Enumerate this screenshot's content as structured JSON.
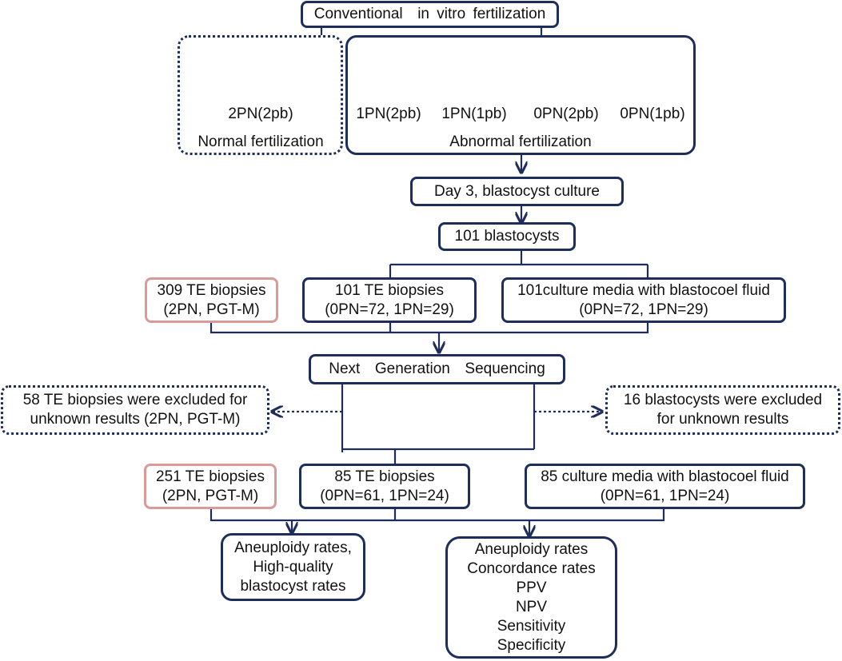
{
  "top": "Conventional  in vitro fertilization",
  "normal": {
    "label": "2PN(2pb)",
    "caption": "Normal fertilization"
  },
  "abnormal": {
    "labels": [
      "1PN(2pb)",
      "1PN(1pb)",
      "0PN(2pb)",
      "0PN(1pb)"
    ],
    "caption": "Abnormal fertilization"
  },
  "day3": "Day 3, blastocyst culture",
  "blastocysts": "101 blastocysts",
  "biopsies309": {
    "l1": "309 TE biopsies",
    "l2": "(2PN, PGT-M)"
  },
  "biopsies101": {
    "l1": "101 TE biopsies",
    "l2": "(0PN=72, 1PN=29)"
  },
  "media101": {
    "l1": "101culture media with blastocoel fluid",
    "l2": "(0PN=72, 1PN=29)"
  },
  "ngs": "Next  Generation  Sequencing",
  "excluded58": {
    "l1": "58 TE biopsies were excluded for",
    "l2": "unknown results (2PN, PGT-M)"
  },
  "excluded16": {
    "l1": "16 blastocysts were excluded",
    "l2": "for unknown results"
  },
  "biopsies251": {
    "l1": "251 TE biopsies",
    "l2": "(2PN, PGT-M)"
  },
  "biopsies85": {
    "l1": "85 TE biopsies",
    "l2": "(0PN=61, 1PN=24)"
  },
  "media85": {
    "l1": "85 culture media with blastocoel fluid",
    "l2": "(0PN=61, 1PN=24)"
  },
  "outcomeLeft": [
    "Aneuploidy rates,",
    "High-quality",
    "blastocyst rates"
  ],
  "outcomeRight": [
    "Aneuploidy rates",
    "Concordance rates",
    "PPV",
    "NPV",
    "Sensitivity",
    "Specificity"
  ],
  "colors": {
    "navy": "#1f2d5a",
    "pink": "#d99a9a",
    "cell_fill": "#f9d7b5",
    "zona": "#9a9a9a",
    "pronucleus": "#c98a4a",
    "polar_body": "#2f4d8f"
  }
}
